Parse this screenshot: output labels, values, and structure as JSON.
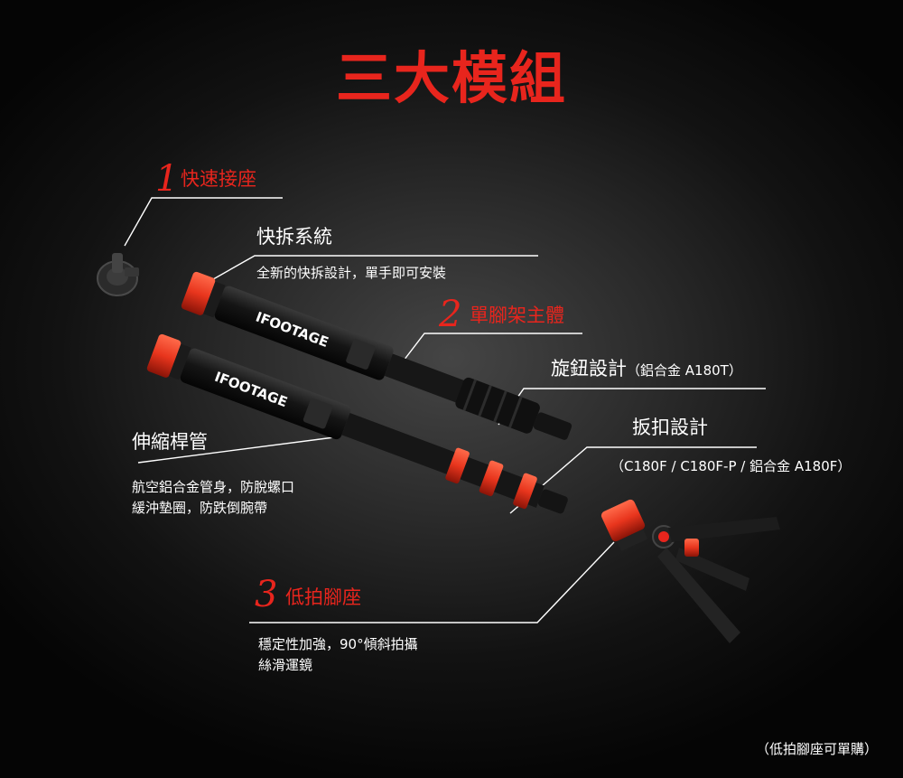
{
  "title": "三大模組",
  "modules": [
    {
      "number": "1",
      "title": "快速接座"
    },
    {
      "number": "2",
      "title": "單腳架主體"
    },
    {
      "number": "3",
      "title": "低拍腳座"
    }
  ],
  "features": {
    "quick_release": {
      "title": "快拆系統",
      "desc": "全新的快拆設計，單手即可安裝"
    },
    "knob": {
      "title": "旋鈕設計",
      "note": "（鋁合金 A180T）"
    },
    "flip_lock": {
      "title": "扳扣設計",
      "note": "（C180F / C180F-P / 鋁合金 A180F）"
    },
    "telescopic": {
      "title": "伸縮桿管",
      "desc_lines": [
        "航空鋁合金管身，防脫螺口",
        "緩沖墊圈，防跌倒腕帶"
      ]
    },
    "low_angle": {
      "desc_lines": [
        "穩定性加強，90°傾斜拍攝",
        "絲滑運鏡"
      ]
    }
  },
  "brand": "IFOOTAGE",
  "footnote": "（低拍腳座可單購）",
  "colors": {
    "accent": "#e8251d",
    "background": "#1a1a1a",
    "text": "#ffffff"
  }
}
